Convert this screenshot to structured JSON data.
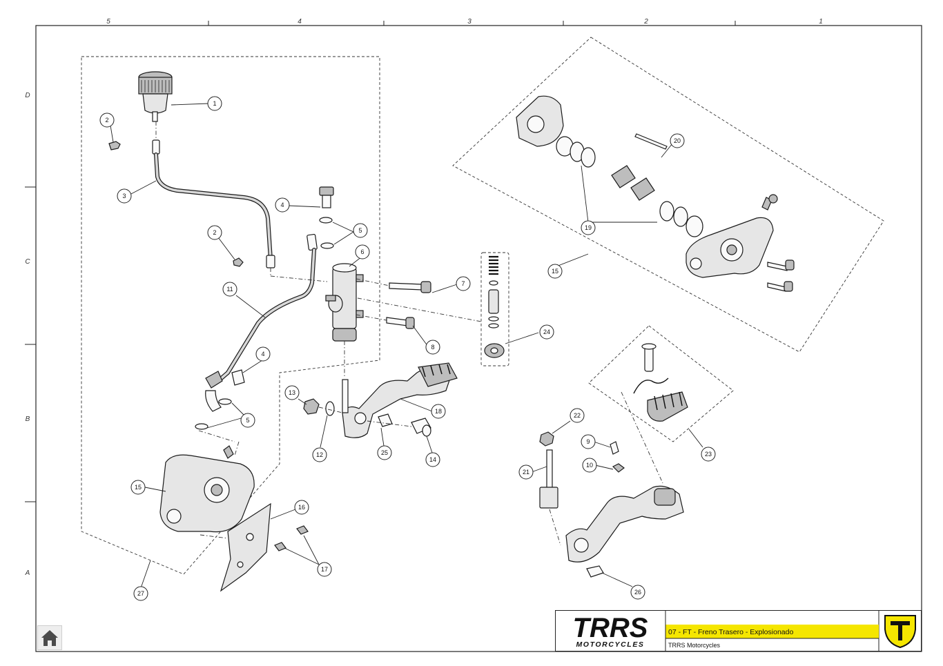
{
  "sheet": {
    "column_labels": [
      "5",
      "4",
      "3",
      "2",
      "1"
    ],
    "row_labels": [
      "D",
      "C",
      "B",
      "A"
    ]
  },
  "callouts": {
    "c1": "1",
    "c2a": "2",
    "c2b": "2",
    "c3": "3",
    "c4a": "4",
    "c4b": "4",
    "c5a": "5",
    "c5b": "5",
    "c6": "6",
    "c7": "7",
    "c8": "8",
    "c9": "9",
    "c10": "10",
    "c11": "11",
    "c12": "12",
    "c13": "13",
    "c14": "14",
    "c15a": "15",
    "c15b": "15",
    "c16": "16",
    "c17": "17",
    "c18": "18",
    "c19": "19",
    "c20": "20",
    "c21": "21",
    "c22": "22",
    "c23": "23",
    "c24": "24",
    "c25": "25",
    "c26": "26",
    "c27": "27"
  },
  "title_block": {
    "logo_main": "TRRS",
    "logo_sub": "MOTORCYCLES",
    "drawing_title": "07 - FT - Freno Trasero - Explosionado",
    "company": "TRRS Motorcycles",
    "title_color": "#f5e600"
  },
  "icons": {
    "home": "home-icon",
    "brand_badge": "trrs-shield-icon"
  }
}
